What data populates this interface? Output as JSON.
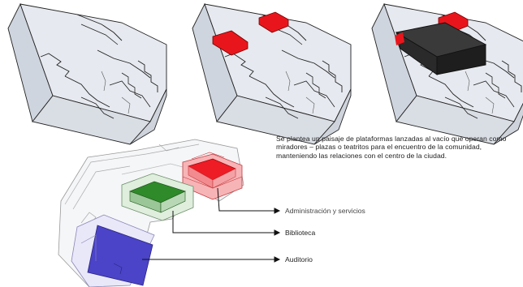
{
  "description": "Se plantea un paisaje de plataformas lanzadas al vacío que operan como miradores – plazas o teatritos para el encuentro de la comunidad, manteniendo las relaciones con el centro de la ciudad.",
  "legend": [
    {
      "key": "admin",
      "label": "Administración y servicios"
    },
    {
      "key": "bib",
      "label": "Biblioteca"
    },
    {
      "key": "aud",
      "label": "Auditorio"
    }
  ],
  "colors": {
    "admin": "#e8161c",
    "biblioteca": "#2f8a2a",
    "auditorio": "#4b44c8",
    "volume": "#3a3a3a",
    "massing": "#e3e7ee",
    "line": "#222222"
  }
}
